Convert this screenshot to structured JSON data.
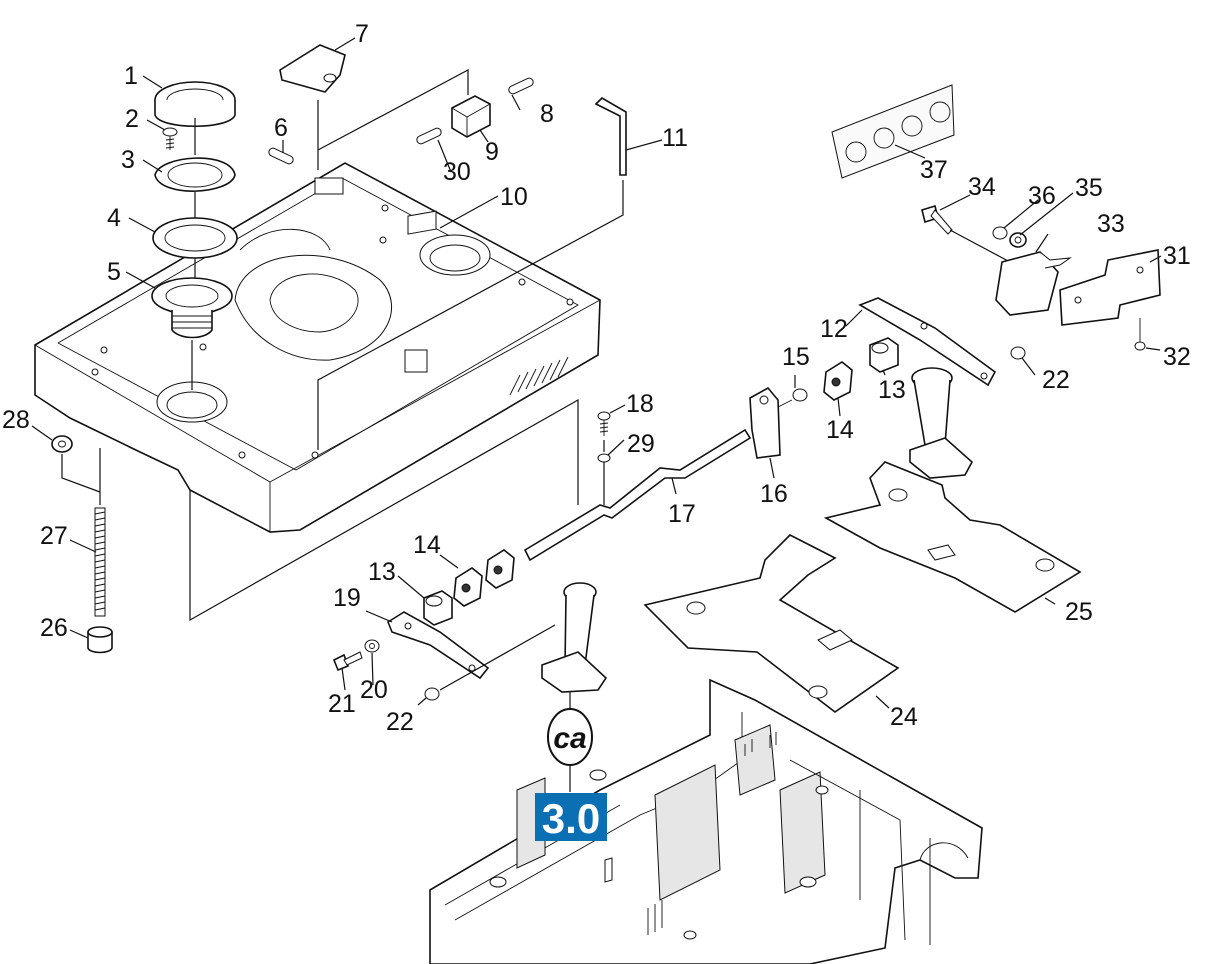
{
  "part_labels": [
    "1",
    "2",
    "3",
    "4",
    "5",
    "6",
    "7",
    "8",
    "9",
    "10",
    "11",
    "12",
    "13",
    "14",
    "15",
    "16",
    "17",
    "18",
    "29",
    "28",
    "27",
    "26",
    "19",
    "13",
    "14",
    "21",
    "20",
    "22",
    "22",
    "24",
    "25",
    "30",
    "31",
    "32",
    "33",
    "34",
    "35",
    "36",
    "37"
  ],
  "reference_badge": {
    "text": "3.0",
    "color": "#0b6fb3"
  },
  "reference_symbol": {
    "text": "ca"
  }
}
